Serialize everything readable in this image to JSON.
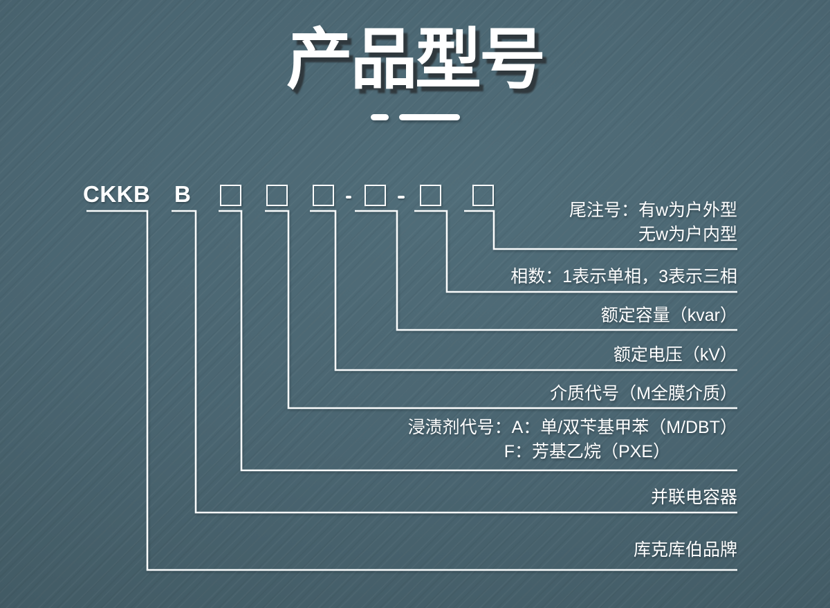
{
  "page": {
    "title": "产品型号"
  },
  "code": {
    "brand_prefix": "CKKB",
    "series_letter": "B",
    "placeholder_box_count": 6,
    "separator_glyph": "-"
  },
  "rows": [
    {
      "id": "tail-note",
      "lines": [
        "尾注号：有w为户外型",
        "无w为户内型"
      ]
    },
    {
      "id": "phase-count",
      "lines": [
        "相数：1表示单相，3表示三相"
      ]
    },
    {
      "id": "rated-capacity",
      "lines": [
        "额定容量（kvar）"
      ]
    },
    {
      "id": "rated-voltage",
      "lines": [
        "额定电压（kV）"
      ]
    },
    {
      "id": "medium-code",
      "lines": [
        "介质代号（M全膜介质）"
      ]
    },
    {
      "id": "impregnant-code",
      "lines": [
        "浸渍剂代号：A：单/双苄基甲苯（M/DBT）",
        "F：芳基乙烷（PXE）"
      ]
    },
    {
      "id": "shunt-capacitor",
      "lines": [
        "并联电容器"
      ]
    },
    {
      "id": "brand",
      "lines": [
        "库克库伯品牌"
      ]
    }
  ],
  "colors": {
    "background_base": "#48636e",
    "background_light": "#506d79",
    "background_dark": "#3e5560",
    "text": "#ffffff",
    "line": "#fbfdfd",
    "title_shadow": "#2a3034"
  }
}
